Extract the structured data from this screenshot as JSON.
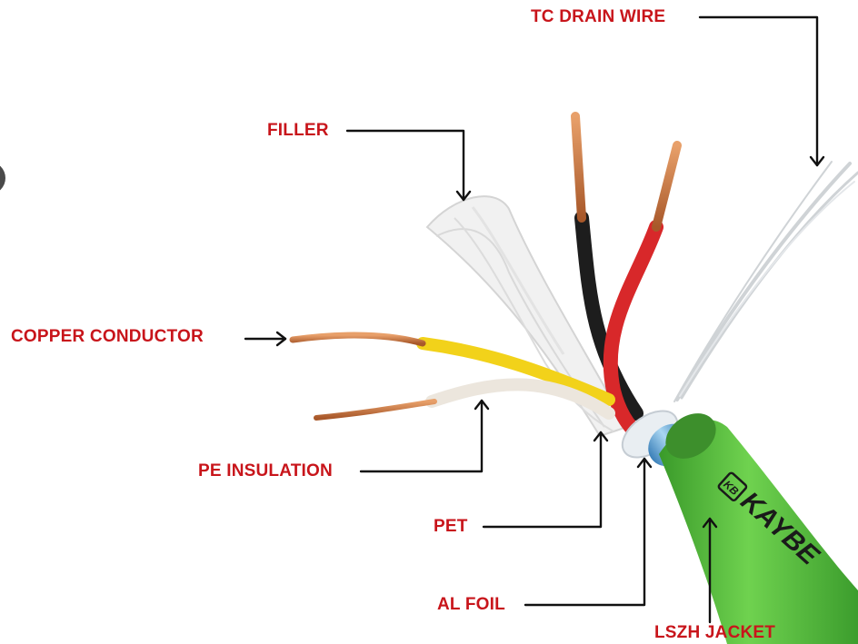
{
  "labels": {
    "tc_drain_wire": "TC DRAIN WIRE",
    "filler": "FILLER",
    "copper_conductor": "COPPER CONDUCTOR",
    "pe_insulation": "PE INSULATION",
    "pet": "PET",
    "al_foil": "AL FOIL",
    "lszh_jacket": "LSZH JACKET"
  },
  "jacket_print": {
    "logo": "KB",
    "brand": "KAYBE"
  },
  "colors": {
    "label_red": "#c8151b",
    "jacket_green": "#4fb83a",
    "copper": "#c8763e",
    "yellow_insulation": "#f2d21a",
    "red_insulation": "#d8282a",
    "black_insulation": "#1d1d1d",
    "foil_blue": "#5aa3d8",
    "leader_line": "#111111"
  }
}
